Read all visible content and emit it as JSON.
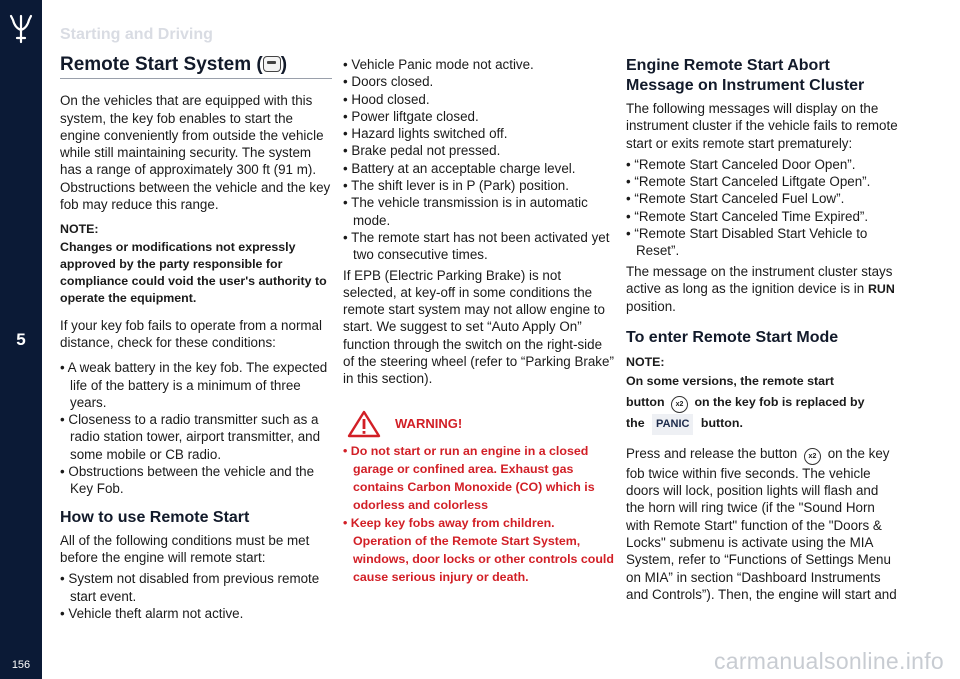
{
  "sidebar": {
    "chapter_number": "5",
    "page_number": "156"
  },
  "header": {
    "section_title": "Starting and Driving"
  },
  "col1": {
    "title_prefix": "Remote Start System (",
    "title_suffix": ")",
    "intro": "On the vehicles that are equipped with this system, the key fob enables to start the engine conveniently from outside the vehicle while still maintaining security. The system has a range of approximately 300 ft (91 m). Obstructions between the vehicle and the key fob may reduce this range.",
    "note_label": "NOTE:",
    "note_text": "Changes or modifications not expressly approved by the party responsible for compliance could void the user's authority to operate the equipment.",
    "fail_intro": "If your key fob fails to operate from a normal distance, check for these conditions:",
    "conditions": [
      "• A weak battery in the key fob. The expected life of the battery is a minimum of three years.",
      "• Closeness to a radio transmitter such as a radio station tower, airport transmitter, and some mobile or CB radio.",
      "• Obstructions between the vehicle and the Key Fob."
    ],
    "how_heading": "How to use Remote Start",
    "how_intro": "All of the following conditions must be met before the engine will remote start:",
    "how_list": [
      "• System not disabled from previous remote start event.",
      "• Vehicle theft alarm not active."
    ]
  },
  "col2": {
    "list": [
      "• Vehicle Panic mode not active.",
      "• Doors closed.",
      "• Hood closed.",
      "• Power liftgate closed.",
      "• Hazard lights switched off.",
      "• Brake pedal not pressed.",
      "• Battery at an acceptable charge level.",
      "• The shift lever is in P (Park) position.",
      "• The vehicle transmission is in automatic mode.",
      "• The remote start has not been activated yet two consecutive times."
    ],
    "epb_text": "If EPB (Electric Parking Brake) is not selected, at key-off in some conditions the remote start system may not allow engine to start. We suggest to set “Auto Apply On” function through the switch on the right-side of the steering wheel (refer to “Parking Brake” in this section).",
    "warning_title": "WARNING!",
    "warnings": [
      "• Do not start or run an engine in a closed garage or confined area. Exhaust gas contains Carbon Monoxide (CO) which is odorless and colorless",
      "• Keep key fobs away from children. Operation of the Remote Start System, windows, door locks or other controls could cause serious injury or death."
    ]
  },
  "col3": {
    "abort_heading": "Engine Remote Start Abort Message on Instrument Cluster",
    "abort_intro": "The following messages will display on the instrument cluster if the vehicle fails to remote start or exits remote start prematurely:",
    "messages": [
      "• “Remote Start Canceled Door Open”.",
      "• “Remote Start Canceled Liftgate Open”.",
      "• “Remote Start Canceled Fuel Low”.",
      "• “Remote Start Canceled Time Expired”.",
      "• “Remote Start Disabled Start Vehicle to Reset”."
    ],
    "persist_text_a": "The message on the instrument cluster stays active as long as the ignition device is in",
    "run_label": "RUN",
    "persist_text_b": "position.",
    "enter_heading": "To enter Remote Start Mode",
    "note_label": "NOTE:",
    "note_line1": "On some versions, the remote start",
    "note_button_word": "button",
    "note_line2": "on the key fob is replaced by",
    "note_the": "the",
    "panic_label": "PANIC",
    "note_button_end": "button.",
    "press_a": "Press and release the button",
    "press_b": "on the key fob twice within five seconds. The vehicle doors will lock, position lights will flash and the horn will ring twice (if the \"Sound Horn with Remote Start\" function of the \"Doors & Locks\" submenu is activate using the MIA System, refer to “Functions of Settings Menu on MIA” in section “Dashboard Instruments and Controls”). Then, the engine will start and",
    "x2_label": "x2"
  },
  "watermark": "carmanualsonline.info",
  "icons": {
    "logo": "trident-logo-icon",
    "key": "remote-start-key-icon",
    "x2": "x2-button-icon",
    "warning": "warning-triangle-icon"
  },
  "colors": {
    "sidebar": "#0b1a36",
    "warning": "#d21f26"
  }
}
